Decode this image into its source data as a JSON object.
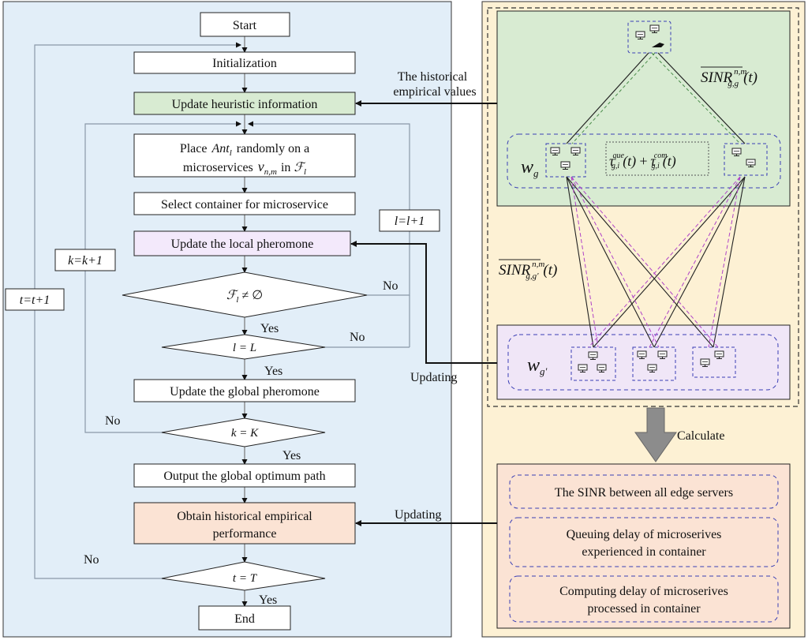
{
  "flowchart": {
    "start": "Start",
    "initialization": "Initialization",
    "update_heuristic": "Update heuristic information",
    "place_ant": {
      "line1_prefix": "Place",
      "ant_symbol": "Ant",
      "ant_subscript": "l",
      "line1_suffix": "randomly on a",
      "line2_prefix": "microservices",
      "v_symbol": "v",
      "v_subscript": "n,m",
      "line2_in": "in",
      "f_symbol": "ℱ",
      "f_subscript": "l"
    },
    "select_container": "Select container for microservice",
    "update_local": "Update the local pheromone",
    "decision_f": {
      "symbol": "ℱ",
      "subscript": "l",
      "relation": "≠ ∅"
    },
    "decision_l": "l = L",
    "update_global": "Update the global pheromone",
    "decision_k": "k = K",
    "output_path": "Output the global optimum path",
    "obtain_line1": "Obtain historical empirical",
    "obtain_line2": "performance",
    "decision_t": "t = T",
    "end": "End",
    "yes": "Yes",
    "no": "No",
    "l_increment": "l=l+1",
    "k_increment": "k=k+1",
    "t_increment": "t=t+1"
  },
  "network": {
    "historical_line1": "The historical",
    "historical_line2": "empirical values",
    "sinr_top": {
      "name": "SINR",
      "superscript": "n,m",
      "subscript": "ĝ,g",
      "arg": "(t)"
    },
    "wg": {
      "symbol": "w",
      "subscript": "g"
    },
    "tau_expr": {
      "tau": "τ",
      "que_sup": "que",
      "com_sup": "com",
      "sub": "g,i",
      "arg": "(t)",
      "plus": "+"
    },
    "sinr_mid": {
      "name": "SINR",
      "superscript": "n,m",
      "subscript": "g,g'",
      "arg": "(t)"
    },
    "wg_prime": {
      "symbol": "w",
      "subscript": "g'"
    },
    "updating_1": "Updating",
    "calculate": "Calculate",
    "updating_2": "Updating",
    "results": [
      {
        "line1": "The SINR between all edge servers",
        "line2": ""
      },
      {
        "line1": "Queuing delay of microserives",
        "line2": "experienced in container"
      },
      {
        "line1": "Computing delay of microserives",
        "line2": "processed in container"
      }
    ]
  },
  "colors": {
    "left_panel": "#e2eef8",
    "right_panel": "#fdf1d4",
    "green_box": "#d8ebd2",
    "purple_box": "#f0e6f7",
    "orange_box": "#fbe3d4",
    "local_pheromone": "#f3e9fb",
    "dashed_blue": "#3a3fb5"
  }
}
